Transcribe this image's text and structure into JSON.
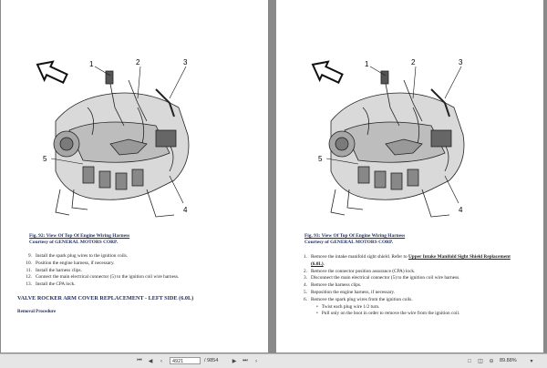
{
  "left_page": {
    "callouts": [
      "1",
      "2",
      "3",
      "4",
      "5"
    ],
    "figure_title": "Fig. 92: View Of Top Of Engine Wiring Harness",
    "figure_credit": "Courtesy of GENERAL MOTORS CORP.",
    "steps": [
      {
        "num": "9.",
        "text": "Install the spark plug wires to the ignition coils."
      },
      {
        "num": "10.",
        "text": "Position the engine harness, if necessary."
      },
      {
        "num": "11.",
        "text": "Install the harness clips."
      },
      {
        "num": "12.",
        "text": "Connect the main electrical connector (5) to the ignition coil wire harness."
      },
      {
        "num": "13.",
        "text": "Install the CPA lock."
      }
    ],
    "section_heading": "VALVE ROCKER ARM COVER REPLACEMENT - LEFT SIDE (6.0L)",
    "sub_heading": "Removal Procedure"
  },
  "right_page": {
    "callouts": [
      "1",
      "2",
      "3",
      "4",
      "5"
    ],
    "figure_title": "Fig. 93: View Of Top Of Engine Wiring Harness",
    "figure_credit": "Courtesy of GENERAL MOTORS CORP.",
    "step1": {
      "num": "1.",
      "text": "Remove the intake manifold sight shield. Refer to ",
      "link": "Upper Intake Manifold Sight Shield Replacement",
      "link2": "(6.0L)",
      "tail": "."
    },
    "steps": [
      {
        "num": "2.",
        "text": "Remove the connector position assurance (CPA) lock."
      },
      {
        "num": "3.",
        "text": "Disconnect the main electrical connector (5) to the ignition coil wire harness."
      },
      {
        "num": "4.",
        "text": "Remove the harness clips."
      },
      {
        "num": "5.",
        "text": "Reposition the engine harness, if necessary."
      },
      {
        "num": "6.",
        "text": "Remove the spark plug wires from the ignition coils."
      }
    ],
    "bullets": [
      "Twist each plug wire 1/2 turn.",
      "Pull only on the boot in order to remove the wire from the ignition coil."
    ]
  },
  "statusbar": {
    "current_page": "4921",
    "page_total": "/ 9854",
    "zoom": "89.88%"
  }
}
